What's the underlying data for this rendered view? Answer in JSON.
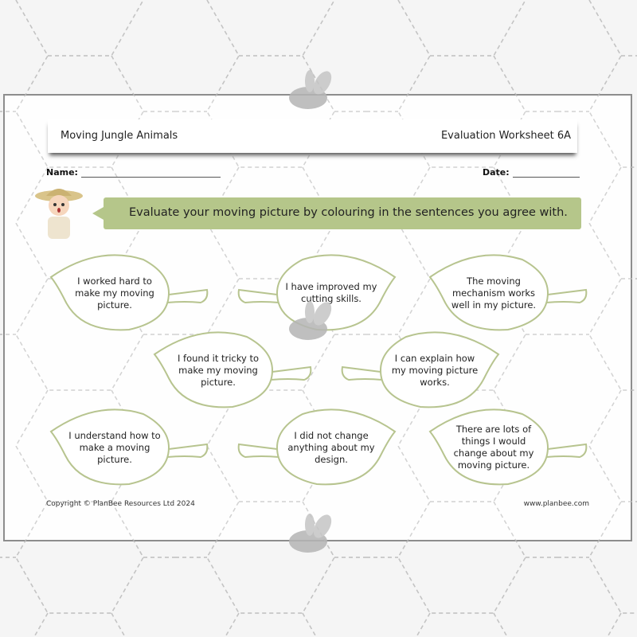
{
  "header": {
    "title": "Moving Jungle Animals",
    "worksheet": "Evaluation Worksheet 6A"
  },
  "fields": {
    "name_label": "Name:",
    "date_label": "Date:"
  },
  "instruction": "Evaluate your moving picture by colouring in the sentences you agree with.",
  "leaves": [
    {
      "text": "I worked hard to make my moving picture."
    },
    {
      "text": "I have improved my cutting skills."
    },
    {
      "text": "The moving mechanism works well in my picture."
    },
    {
      "text": "I found it tricky to make my moving picture."
    },
    {
      "text": "I can explain how my moving picture works."
    },
    {
      "text": "I understand how to make a moving picture."
    },
    {
      "text": "I did not change anything about my design."
    },
    {
      "text": "There are lots of things I would change about my moving picture."
    }
  ],
  "footer": {
    "copyright": "Copyright © PlanBee Resources Ltd 2024",
    "website": "www.planbee.com"
  },
  "colors": {
    "banner": "#b5c68a",
    "leaf_outline": "#b7c48f",
    "sheet_border": "#8d8d8d"
  }
}
